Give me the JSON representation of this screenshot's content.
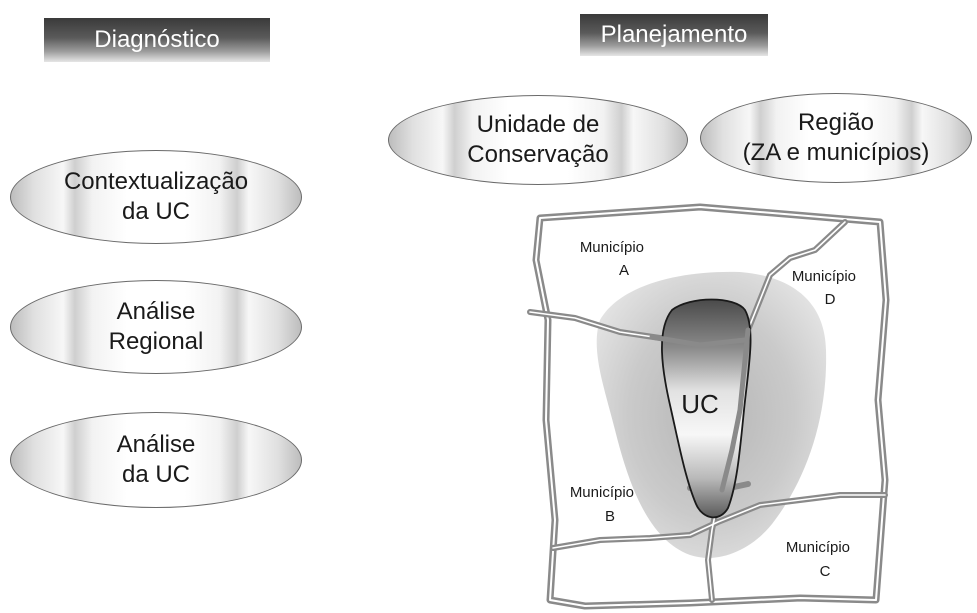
{
  "headers": {
    "diagnostico": "Diagnóstico",
    "planejamento": "Planejamento"
  },
  "diagnostico_items": [
    "Contextualização\nda UC",
    "Análise\nRegional",
    "Análise\nda UC"
  ],
  "planejamento_items": [
    "Unidade de\nConservação",
    "Região\n(ZA e municípios)"
  ],
  "map": {
    "center_label": "UC",
    "municipios": [
      {
        "line1": "Município",
        "line2": "A"
      },
      {
        "line1": "Município",
        "line2": "D"
      },
      {
        "line1": "Município",
        "line2": "B"
      },
      {
        "line1": "Município",
        "line2": "C"
      }
    ]
  },
  "colors": {
    "header_dark": "#3a3a3a",
    "oval_border": "#6a6a6a",
    "buffer_zone": "#cccccc",
    "road": "#7a7a7a"
  }
}
